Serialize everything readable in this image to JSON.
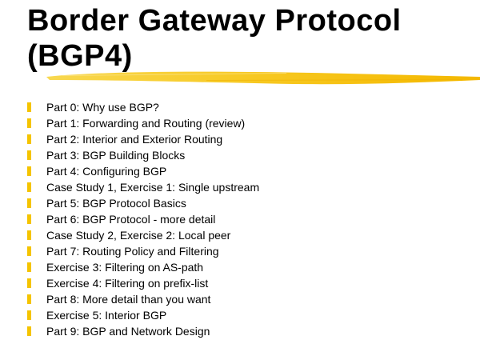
{
  "slide": {
    "title_line1": "Border Gateway Protocol",
    "title_line2": "(BGP4)",
    "accent_color": "#f5c400",
    "items": [
      "Part 0: Why use BGP?",
      "Part 1: Forwarding and Routing (review)",
      "Part 2: Interior and Exterior Routing",
      "Part 3: BGP Building Blocks",
      "Part 4: Configuring BGP",
      "Case Study 1, Exercise 1: Single upstream",
      "Part 5: BGP Protocol Basics",
      "Part 6: BGP Protocol - more detail",
      "Case Study 2, Exercise 2: Local peer",
      "Part 7: Routing Policy and Filtering",
      "Exercise 3: Filtering on AS-path",
      "Exercise 4: Filtering on prefix-list",
      "Part 8: More detail than you want",
      "Exercise 5: Interior BGP",
      "Part 9: BGP and Network Design"
    ]
  }
}
